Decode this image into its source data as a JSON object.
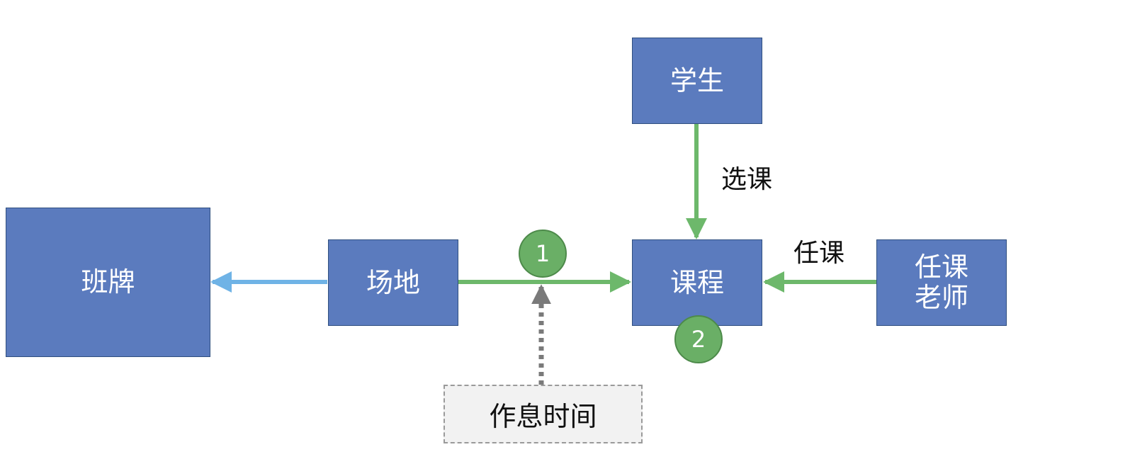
{
  "colors": {
    "node_fill": "#5b7bbe",
    "node_border": "#2f4f7f",
    "flow_green": "#6db86b",
    "badge_fill": "#6aaf66",
    "flow_blue": "#6fb3e6",
    "dashed_gray": "#7a7a7a"
  },
  "nodes": {
    "banpai": "班牌",
    "changdi": "场地",
    "kecheng": "课程",
    "xuesheng": "学生",
    "renke_laoshi": "任课\n老师"
  },
  "external": {
    "zuoxi_shijian": "作息时间"
  },
  "edges": {
    "xuanke": "选课",
    "renke": "任课"
  },
  "badges": {
    "one": "1",
    "two": "2"
  }
}
